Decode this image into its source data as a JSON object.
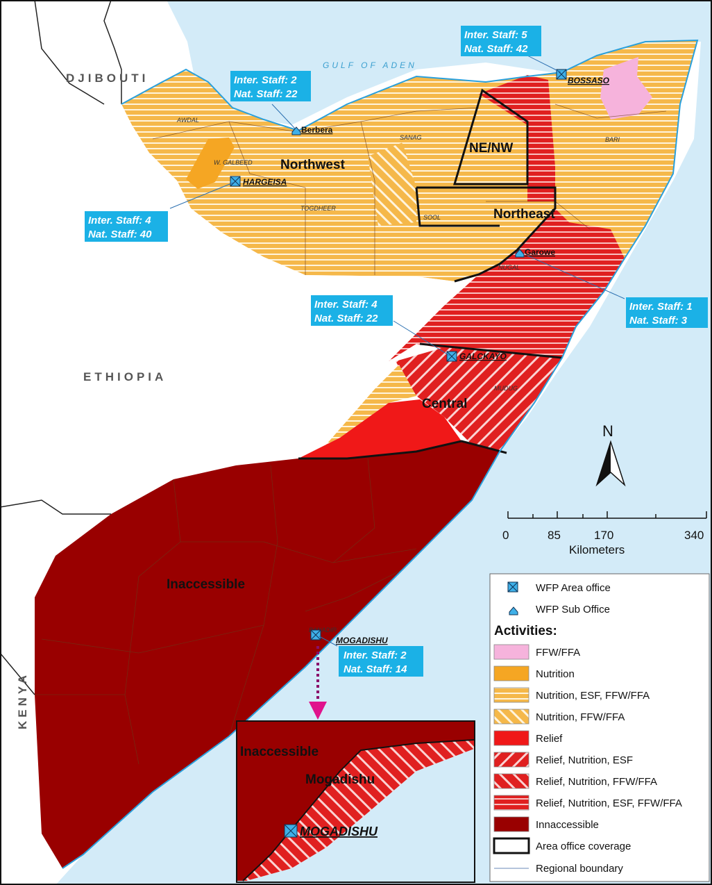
{
  "countries": {
    "djibouti": "DJIBOUTI",
    "ethiopia": "ETHIOPIA",
    "kenya": "KENYA"
  },
  "sea": "GULF OF ADEN",
  "zones": {
    "northwest": "Northwest",
    "northeast": "Northeast",
    "nenw": "NE/NW",
    "central": "Central",
    "inaccessible": "Inaccessible"
  },
  "regions": {
    "awdal": "AWDAL",
    "wgalbeed": "W. GALBEED",
    "togdheer": "TOGDHEER",
    "sanag": "SANAG",
    "sool": "SOOL",
    "bari": "BARI",
    "nugal": "NUGAL",
    "mudug": "MUDUG",
    "banadir": "BANADIR"
  },
  "offices": {
    "bossaso": {
      "name": "BOSSASO",
      "inter": "Inter. Staff: 5",
      "nat": "Nat. Staff: 42"
    },
    "berbera": {
      "name": "Berbera",
      "inter": "Inter. Staff: 2",
      "nat": "Nat. Staff: 22"
    },
    "hargeisa": {
      "name": "HARGEISA",
      "inter": "Inter. Staff: 4",
      "nat": "Nat. Staff: 40"
    },
    "garowe": {
      "name": "Garowe",
      "inter": "Inter. Staff: 1",
      "nat": "Nat. Staff: 3"
    },
    "galkayo": {
      "name": "GALCKAYO",
      "inter": "Inter. Staff: 4",
      "nat": "Nat. Staff: 22"
    },
    "mogadishu": {
      "name": "MOGADISHU",
      "inter": "Inter. Staff: 2",
      "nat": "Nat. Staff: 14"
    }
  },
  "inset": {
    "inaccessible": "Inaccessible",
    "mogadishu": "Mogadishu",
    "office": "MOGADISHU"
  },
  "north": "N",
  "scale": {
    "ticks": [
      "0",
      "85",
      "170",
      "340"
    ],
    "unit": "Kilometers"
  },
  "legend": {
    "area_office": "WFP Area office",
    "sub_office": "WFP Sub Office",
    "activities_title": "Activities:",
    "items": [
      {
        "label": "FFW/FFA",
        "color": "#f6b3dc"
      },
      {
        "label": "Nutrition",
        "color": "#f5a623"
      },
      {
        "label": "Nutrition, ESF, FFW/FFA",
        "color": "#f5b84a"
      },
      {
        "label": "Nutrition, FFW/FFA",
        "color": "#f5b84a"
      },
      {
        "label": "Relief",
        "color": "#f01818"
      },
      {
        "label": "Relief, Nutrition, ESF",
        "color": "#e02020"
      },
      {
        "label": "Relief, Nutrition, FFW/FFA",
        "color": "#e02020"
      },
      {
        "label": "Relief, Nutrition, ESF, FFW/FFA",
        "color": "#e02020"
      },
      {
        "label": "Innaccessible",
        "color": "#990000"
      }
    ],
    "coverage": "Area office coverage",
    "boundary": "Regional boundary"
  }
}
